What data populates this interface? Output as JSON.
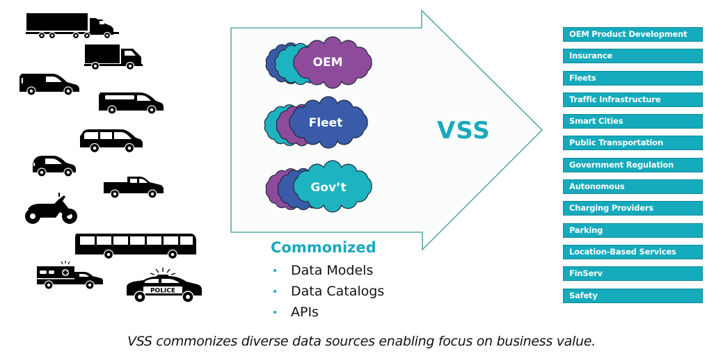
{
  "diagram": {
    "title_center": "VSS",
    "colors": {
      "accent_teal": "#19a9bd",
      "cloud_purple": "#8e4b9c",
      "cloud_blue": "#3a5ba9",
      "cloud_teal": "#1eb3c1",
      "arrow_stroke": "#5aa8a8",
      "usecase_fill": "#15aabc",
      "vehicle_fill": "#000000"
    },
    "vehicles": [
      {
        "name": "semi-truck-icon"
      },
      {
        "name": "box-truck-icon"
      },
      {
        "name": "delivery-van-icon"
      },
      {
        "name": "passenger-van-icon"
      },
      {
        "name": "minivan-icon"
      },
      {
        "name": "compact-car-icon"
      },
      {
        "name": "pickup-truck-icon"
      },
      {
        "name": "motorcycle-icon"
      },
      {
        "name": "bus-icon"
      },
      {
        "name": "ambulance-icon"
      },
      {
        "name": "police-car-icon"
      }
    ],
    "police_text": "POLICE",
    "data_sources": [
      {
        "label": "OEM",
        "front_color": "#8e4b9c",
        "back_colors": [
          "#3a5ba9",
          "#1eb3c1"
        ]
      },
      {
        "label": "Fleet",
        "front_color": "#3a5ba9",
        "back_colors": [
          "#1eb3c1",
          "#8e4b9c"
        ]
      },
      {
        "label": "Gov’t",
        "front_color": "#1eb3c1",
        "back_colors": [
          "#8e4b9c",
          "#3a5ba9"
        ]
      }
    ],
    "commonized": {
      "heading": "Commonized",
      "items": [
        "Data Models",
        "Data Catalogs",
        "APIs"
      ]
    },
    "use_cases": [
      "OEM Product Development",
      "Insurance",
      "Fleets",
      "Traffic Infrastructure",
      "Smart Cities",
      "Public Transportation",
      "Government Regulation",
      "Autonomous",
      "Charging Providers",
      "Parking",
      "Location-Based Services",
      "FinServ",
      "Safety"
    ],
    "caption": "VSS commonizes diverse data sources enabling focus on business value."
  }
}
